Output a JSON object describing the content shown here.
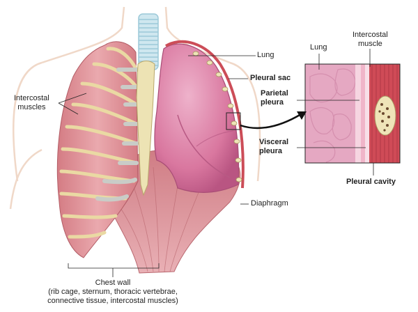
{
  "labels": {
    "lung_main": "Lung",
    "pleural_sac": "Pleural sac",
    "intercostal_muscles_line1": "Intercostal",
    "intercostal_muscles_line2": "muscles",
    "diaphragm": "Diaphragm",
    "chest_wall_title": "Chest wall",
    "chest_wall_detail_line1": "(rib cage, sternum, thoracic vertebrae,",
    "chest_wall_detail_line2": "connective tissue, intercostal muscles)",
    "inset_lung": "Lung",
    "inset_intercostal_line1": "Intercostal",
    "inset_intercostal_line2": "muscle",
    "parietal_line1": "Parietal",
    "parietal_line2": "pleura",
    "visceral_line1": "Visceral",
    "visceral_line2": "pleura",
    "pleural_cavity": "Pleural cavity"
  },
  "colors": {
    "muscle": "#e2939a",
    "muscle_dark": "#c8686f",
    "lung": "#d9779f",
    "lung_light": "#eba7c4",
    "rib": "#efe4b8",
    "cartilage": "#cfd3d0",
    "trachea": "#b7dbe6",
    "body_outline": "#f0d8c8",
    "pleura": "#f4c7d8"
  }
}
